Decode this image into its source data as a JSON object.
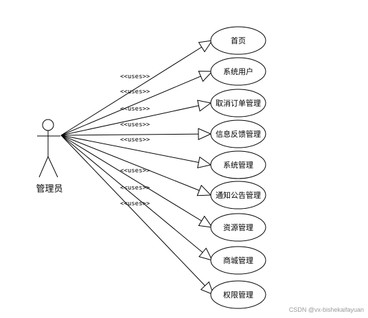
{
  "actor": {
    "label": "管理员"
  },
  "stereotype": "<<uses>>",
  "use_cases": [
    {
      "label": "首页"
    },
    {
      "label": "系统用户"
    },
    {
      "label": "取消订单管理"
    },
    {
      "label": "信息反馈管理"
    },
    {
      "label": "系统管理"
    },
    {
      "label": "通知公告管理"
    },
    {
      "label": "资源管理"
    },
    {
      "label": "商城管理"
    },
    {
      "label": "权限管理"
    }
  ],
  "watermark": "CSDN @vx-bishekaifayuan"
}
